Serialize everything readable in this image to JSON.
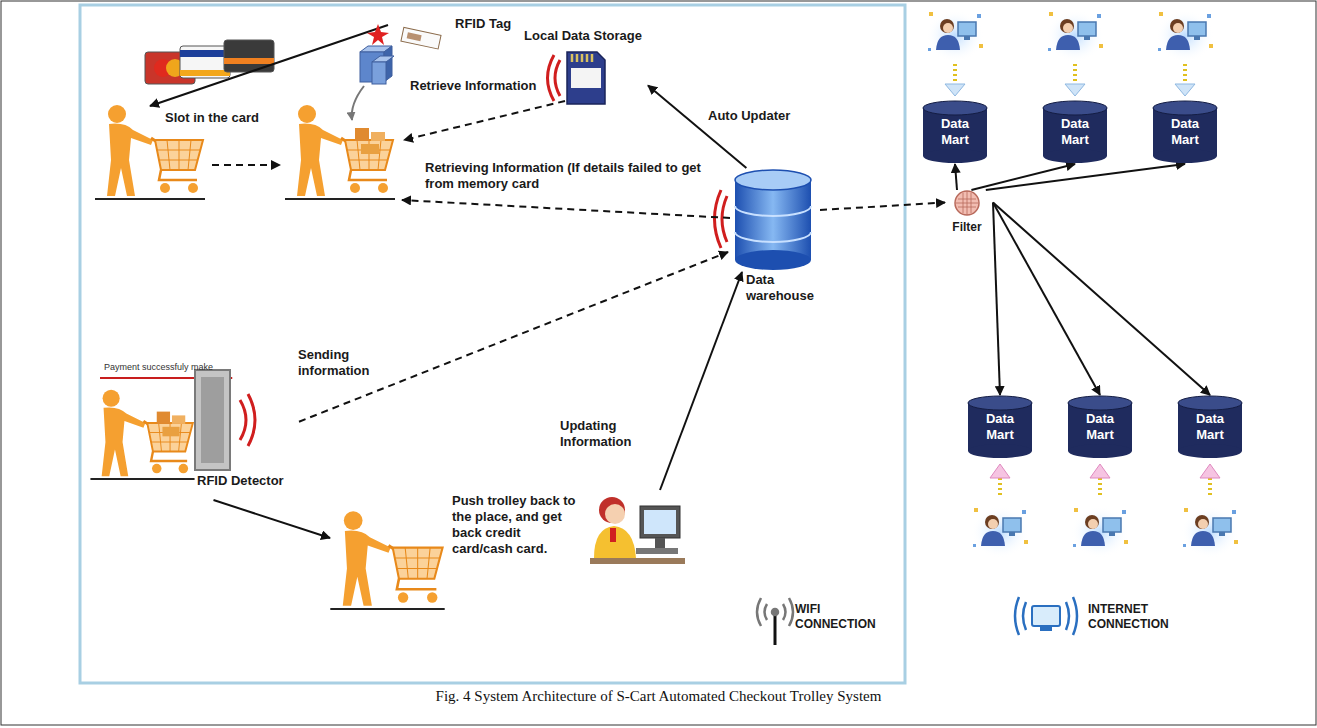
{
  "diagram": {
    "caption": "Fig. 4 System Architecture of S-Cart Automated Checkout Trolley System",
    "nodes": [
      {
        "text": [
          "Local Data Storage"
        ]
      },
      {
        "text": [
          "Data warehouse"
        ]
      },
      {
        "text": [
          "RFID Detector"
        ]
      },
      {
        "text": [
          "Push trolley back to the place, and get back credit card/cash card."
        ]
      },
      {
        "text": [
          "Filter"
        ]
      },
      {
        "text": [
          "Data Mart"
        ]
      },
      {
        "text": [
          "Data Mart"
        ]
      },
      {
        "text": [
          "Data Mart"
        ]
      },
      {
        "text": [
          "Data Mart"
        ]
      },
      {
        "text": [
          "Data Mart"
        ]
      },
      {
        "text": [
          "Data Mart"
        ]
      }
    ],
    "edges": [
      {
        "from": 1,
        "to": 0,
        "arrow": "to",
        "label": "Auto Updater"
      },
      {
        "from": 2,
        "to": 1,
        "arrow": "to",
        "label": "Sending information"
      },
      {
        "from": 2,
        "to": 3,
        "arrow": "to"
      },
      {
        "from": 1,
        "to": 4,
        "arrow": "to"
      },
      {
        "from": 4,
        "to": 5,
        "arrow": "to"
      },
      {
        "from": 4,
        "to": 6,
        "arrow": "to"
      },
      {
        "from": 4,
        "to": 7,
        "arrow": "to"
      },
      {
        "from": 4,
        "to": 8,
        "arrow": "to"
      },
      {
        "from": 4,
        "to": 9,
        "arrow": "to"
      },
      {
        "from": 4,
        "to": 10,
        "arrow": "to"
      }
    ],
    "labels": [
      "Slot in the card",
      "RFID Tag",
      "Retrieve Information",
      "Retrieving Information (If details failed to get from memory card",
      "Payment successfuly make",
      "Updating Information",
      "WIFI CONNECTION",
      "INTERNET CONNECTION"
    ]
  }
}
